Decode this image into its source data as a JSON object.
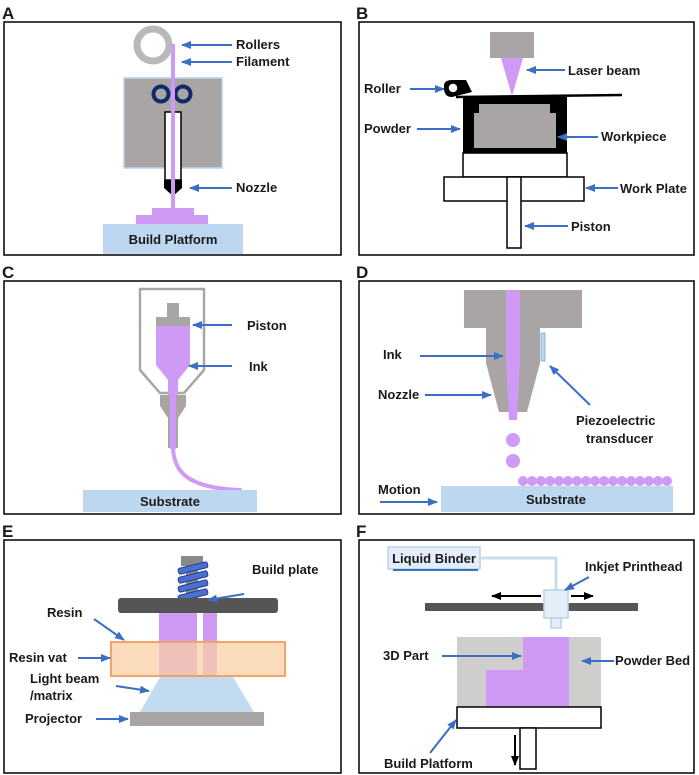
{
  "colors": {
    "purple": "#cf9af5",
    "gray": "#a9a5a5",
    "lightblue": "#bcd7ef",
    "arrow": "#3a6fc4",
    "orange": "#f8cfa6",
    "black": "#000000"
  },
  "panels": {
    "A": {
      "letter": "A",
      "labels": {
        "rollers": "Rollers",
        "filament": "Filament",
        "nozzle": "Nozzle",
        "platform": "Build Platform"
      }
    },
    "B": {
      "letter": "B",
      "labels": {
        "roller": "Roller",
        "laser": "Laser beam",
        "powder": "Powder",
        "workpiece": "Workpiece",
        "workplate": "Work Plate",
        "piston": "Piston"
      }
    },
    "C": {
      "letter": "C",
      "labels": {
        "piston": "Piston",
        "ink": "Ink",
        "substrate": "Substrate"
      }
    },
    "D": {
      "letter": "D",
      "labels": {
        "ink": "Ink",
        "nozzle": "Nozzle",
        "piezo1": "Piezoelectric",
        "piezo2": "transducer",
        "motion": "Motion",
        "substrate": "Substrate"
      }
    },
    "E": {
      "letter": "E",
      "labels": {
        "buildplate": "Build plate",
        "resin": "Resin",
        "resinvat": "Resin vat",
        "light1": "Light beam",
        "light2": "/matrix",
        "projector": "Projector"
      }
    },
    "F": {
      "letter": "F",
      "labels": {
        "binder": "Liquid Binder",
        "printhead": "Inkjet Printhead",
        "part": "3D Part",
        "powderbed": "Powder Bed",
        "platform": "Build Platform"
      }
    }
  }
}
